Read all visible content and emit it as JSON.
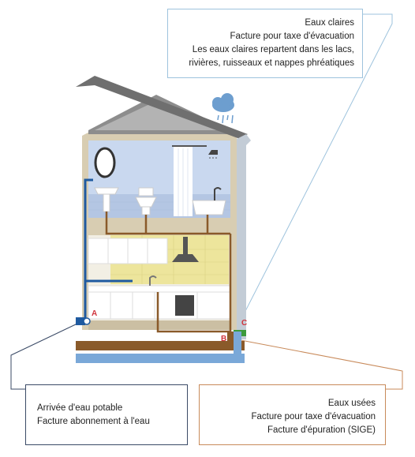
{
  "clear_water": {
    "title": "Eaux claires",
    "line1": "Facture pour taxe d'évacuation",
    "line2": "Les eaux claires repartent dans les lacs,",
    "line3": "rivières, ruisseaux et nappes phréatiques"
  },
  "potable_water": {
    "title": "Arrivée d'eau potable",
    "line1": "Facture abonnement à l'eau"
  },
  "waste_water": {
    "title": "Eaux usées",
    "line1": "Facture pour taxe d'évacuation",
    "line2": "Facture d'épuration (SIGE)"
  },
  "markers": {
    "a": "A",
    "b": "B",
    "c": "C"
  },
  "colors": {
    "clear_box_border": "#9ec3dd",
    "potable_box_border": "#3a4a66",
    "waste_box_border": "#c88a5a",
    "house_wall": "#d8cdb2",
    "roof": "#6f6f6f",
    "bathroom": "#c9d8ef",
    "kitchen_tile": "#ede59c",
    "potable_pipe": "#1f5aa0",
    "waste_pipe": "#8a5a2a",
    "clear_pipe": "#7aa8d8",
    "marker": "#d0343c"
  }
}
